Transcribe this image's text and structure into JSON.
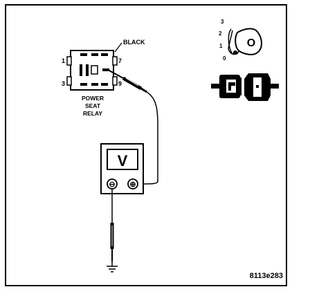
{
  "relay": {
    "color_label": "BLACK",
    "pins": {
      "p1": "1",
      "p3": "3",
      "p7": "7",
      "p9": "9"
    },
    "caption": [
      "POWER",
      "SEAT",
      "RELAY"
    ]
  },
  "ignition": {
    "positions": {
      "p3": "3",
      "p2": "2",
      "p1": "1",
      "p0": "0"
    },
    "key_symbol": "O"
  },
  "meter": {
    "unit": "V",
    "neg_symbol": "⊖",
    "pos_symbol": "⊕"
  },
  "figure_id": "8113e283",
  "colors": {
    "line": "#000000",
    "background": "#ffffff"
  }
}
